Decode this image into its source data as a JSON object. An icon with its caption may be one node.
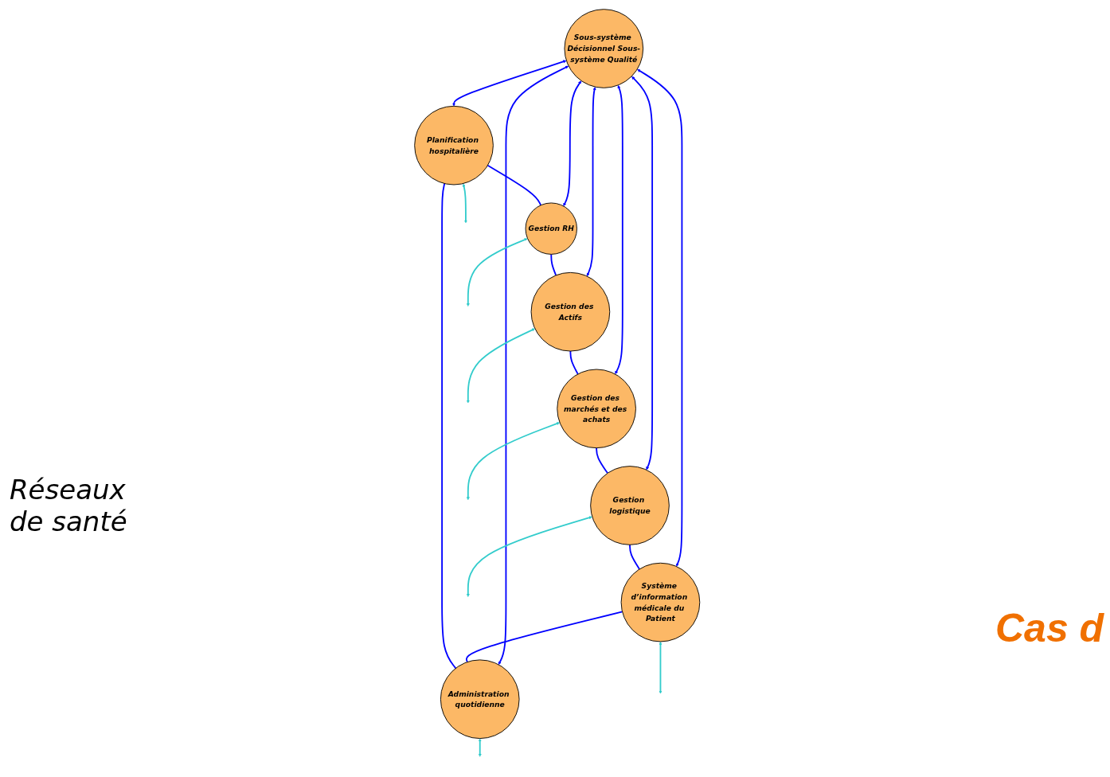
{
  "diagram": {
    "nodes": [
      {
        "text": [
          "Planification hospitalière"
        ]
      },
      {
        "text": [
          "Administration quotidienne"
        ]
      },
      {
        "text": [
          "Gestion RH"
        ]
      },
      {
        "text": [
          "Système d’information médicale du Patient"
        ]
      },
      {
        "text": [
          "Sous-système Décisionnel Sous-système Qualité"
        ]
      },
      {
        "text": [
          "Gestion des Actifs"
        ]
      },
      {
        "text": [
          "Gestion logistique"
        ]
      },
      {
        "text": [
          "Gestion des marchés et des achats"
        ]
      }
    ],
    "edges": [
      {
        "from": 4,
        "to": 0,
        "arrow": "both"
      },
      {
        "from": 4,
        "to": 1,
        "arrow": "both"
      },
      {
        "from": 4,
        "to": 2,
        "arrow": "both"
      },
      {
        "from": 4,
        "to": 3,
        "arrow": "both"
      },
      {
        "from": 4,
        "to": 5,
        "arrow": "both"
      },
      {
        "from": 4,
        "to": 6,
        "arrow": "both"
      },
      {
        "from": 4,
        "to": 7,
        "arrow": "both"
      },
      {
        "from": 1,
        "to": 0,
        "arrow": "none"
      },
      {
        "from": 0,
        "to": 2,
        "arrow": "none"
      },
      {
        "from": 2,
        "to": 5,
        "arrow": "none"
      },
      {
        "from": 5,
        "to": 7,
        "arrow": "none"
      },
      {
        "from": 7,
        "to": 6,
        "arrow": "none"
      },
      {
        "from": 6,
        "to": 3,
        "arrow": "none"
      },
      {
        "from": 3,
        "to": 1,
        "arrow": "none"
      },
      {
        "from": 0,
        "to": null,
        "arrow": "both",
        "color": "#33cccc"
      },
      {
        "from": 1,
        "to": null,
        "arrow": "both",
        "color": "#33cccc"
      },
      {
        "from": 2,
        "to": null,
        "arrow": "both",
        "color": "#33cccc"
      },
      {
        "from": 3,
        "to": null,
        "arrow": "both",
        "color": "#33cccc"
      },
      {
        "from": 5,
        "to": null,
        "arrow": "both",
        "color": "#33cccc"
      },
      {
        "from": 6,
        "to": null,
        "arrow": "both",
        "color": "#33cccc"
      },
      {
        "from": 7,
        "to": null,
        "arrow": "both",
        "color": "#33cccc"
      }
    ],
    "labels": [
      "Réseaux de santé",
      "Cas d"
    ]
  }
}
